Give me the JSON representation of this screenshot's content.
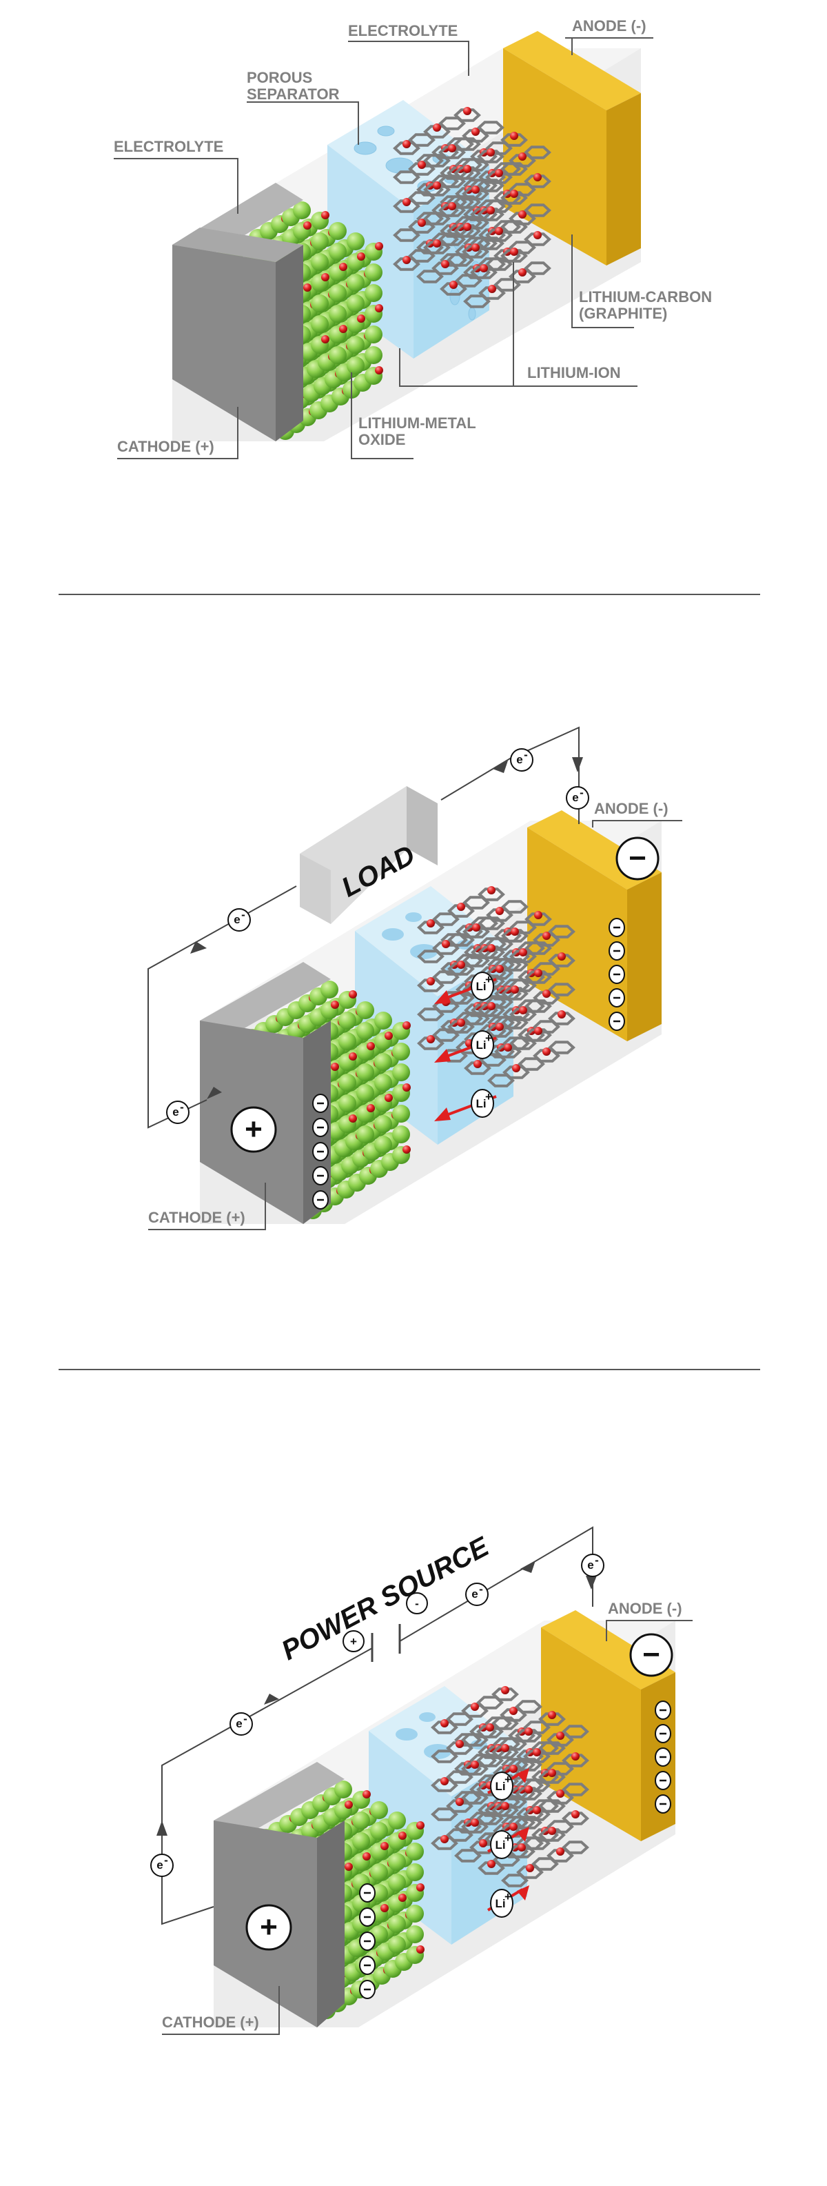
{
  "panel1": {
    "labels": {
      "electrolyte_top": "ELECTROLYTE",
      "anode": "ANODE (-)",
      "porous_separator_1": "POROUS",
      "porous_separator_2": "SEPARATOR",
      "electrolyte_left": "ELECTROLYTE",
      "lithium_carbon_1": "LITHIUM-CARBON",
      "lithium_carbon_2": "(GRAPHITE)",
      "lithium_ion": "LITHIUM-ION",
      "cathode": "CATHODE (+)",
      "lithium_metal_oxide_1": "LITHIUM-METAL",
      "lithium_metal_oxide_2": "OXIDE"
    }
  },
  "panel2": {
    "load": "LOAD",
    "anode": "ANODE (-)",
    "cathode": "CATHODE (+)",
    "electron": "e",
    "electron_sup": "-",
    "li_ion": "Li",
    "li_sup": "+",
    "plus": "+",
    "minus": "−"
  },
  "panel3": {
    "power_source": "POWER SOURCE",
    "anode": "ANODE (-)",
    "cathode": "CATHODE (+)",
    "electron": "e",
    "electron_sup": "-",
    "li_ion": "Li",
    "li_sup": "+",
    "plus": "+",
    "minus": "−",
    "terminal_plus": "+",
    "terminal_minus": "-"
  },
  "colors": {
    "cathode": "#8a8a8a",
    "anode": "#e3b21f",
    "separator": "#bfe3f5",
    "lithium_oxide_sphere": "#8fd14f",
    "lithium_ion_sphere": "#e02020",
    "graphite": "#7d7d7d",
    "arrow_red": "#e02020",
    "divider": "#555555"
  }
}
